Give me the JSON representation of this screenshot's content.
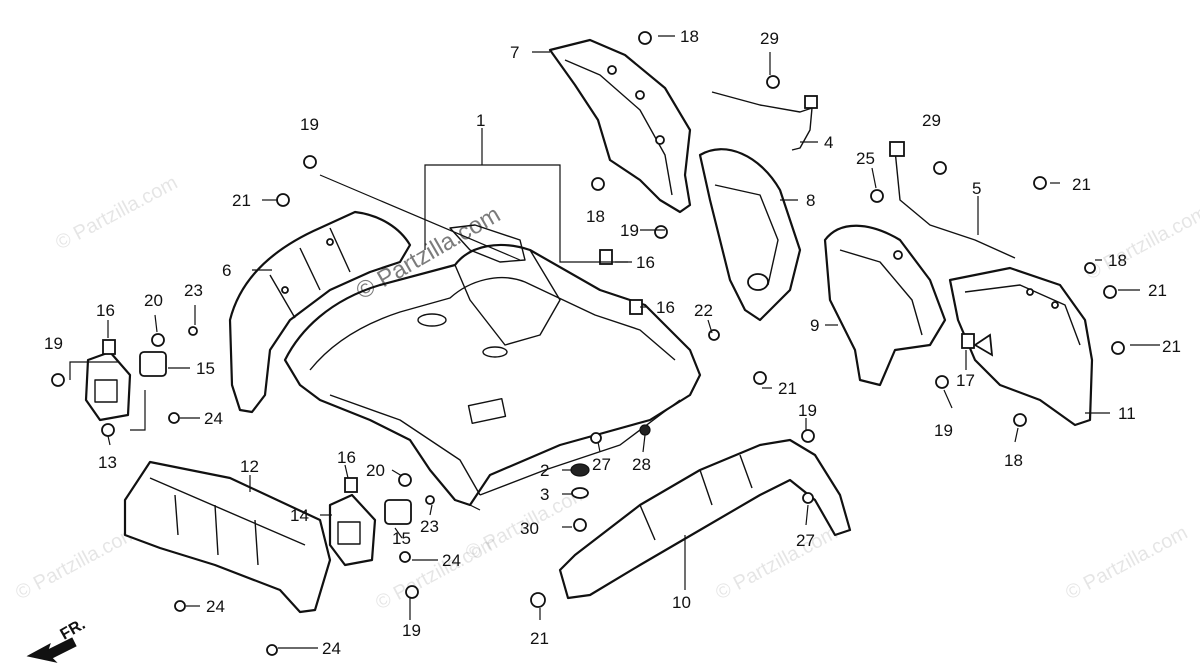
{
  "watermark": {
    "main": "© Partzilla.com",
    "tile": "© Partzilla.com"
  },
  "direction_label": "FR.",
  "callouts": [
    "1",
    "2",
    "3",
    "4",
    "5",
    "6",
    "7",
    "8",
    "9",
    "10",
    "11",
    "12",
    "13",
    "14",
    "15",
    "16",
    "17",
    "18",
    "19",
    "20",
    "21",
    "22",
    "23",
    "24",
    "25",
    "27",
    "28",
    "29",
    "30"
  ]
}
